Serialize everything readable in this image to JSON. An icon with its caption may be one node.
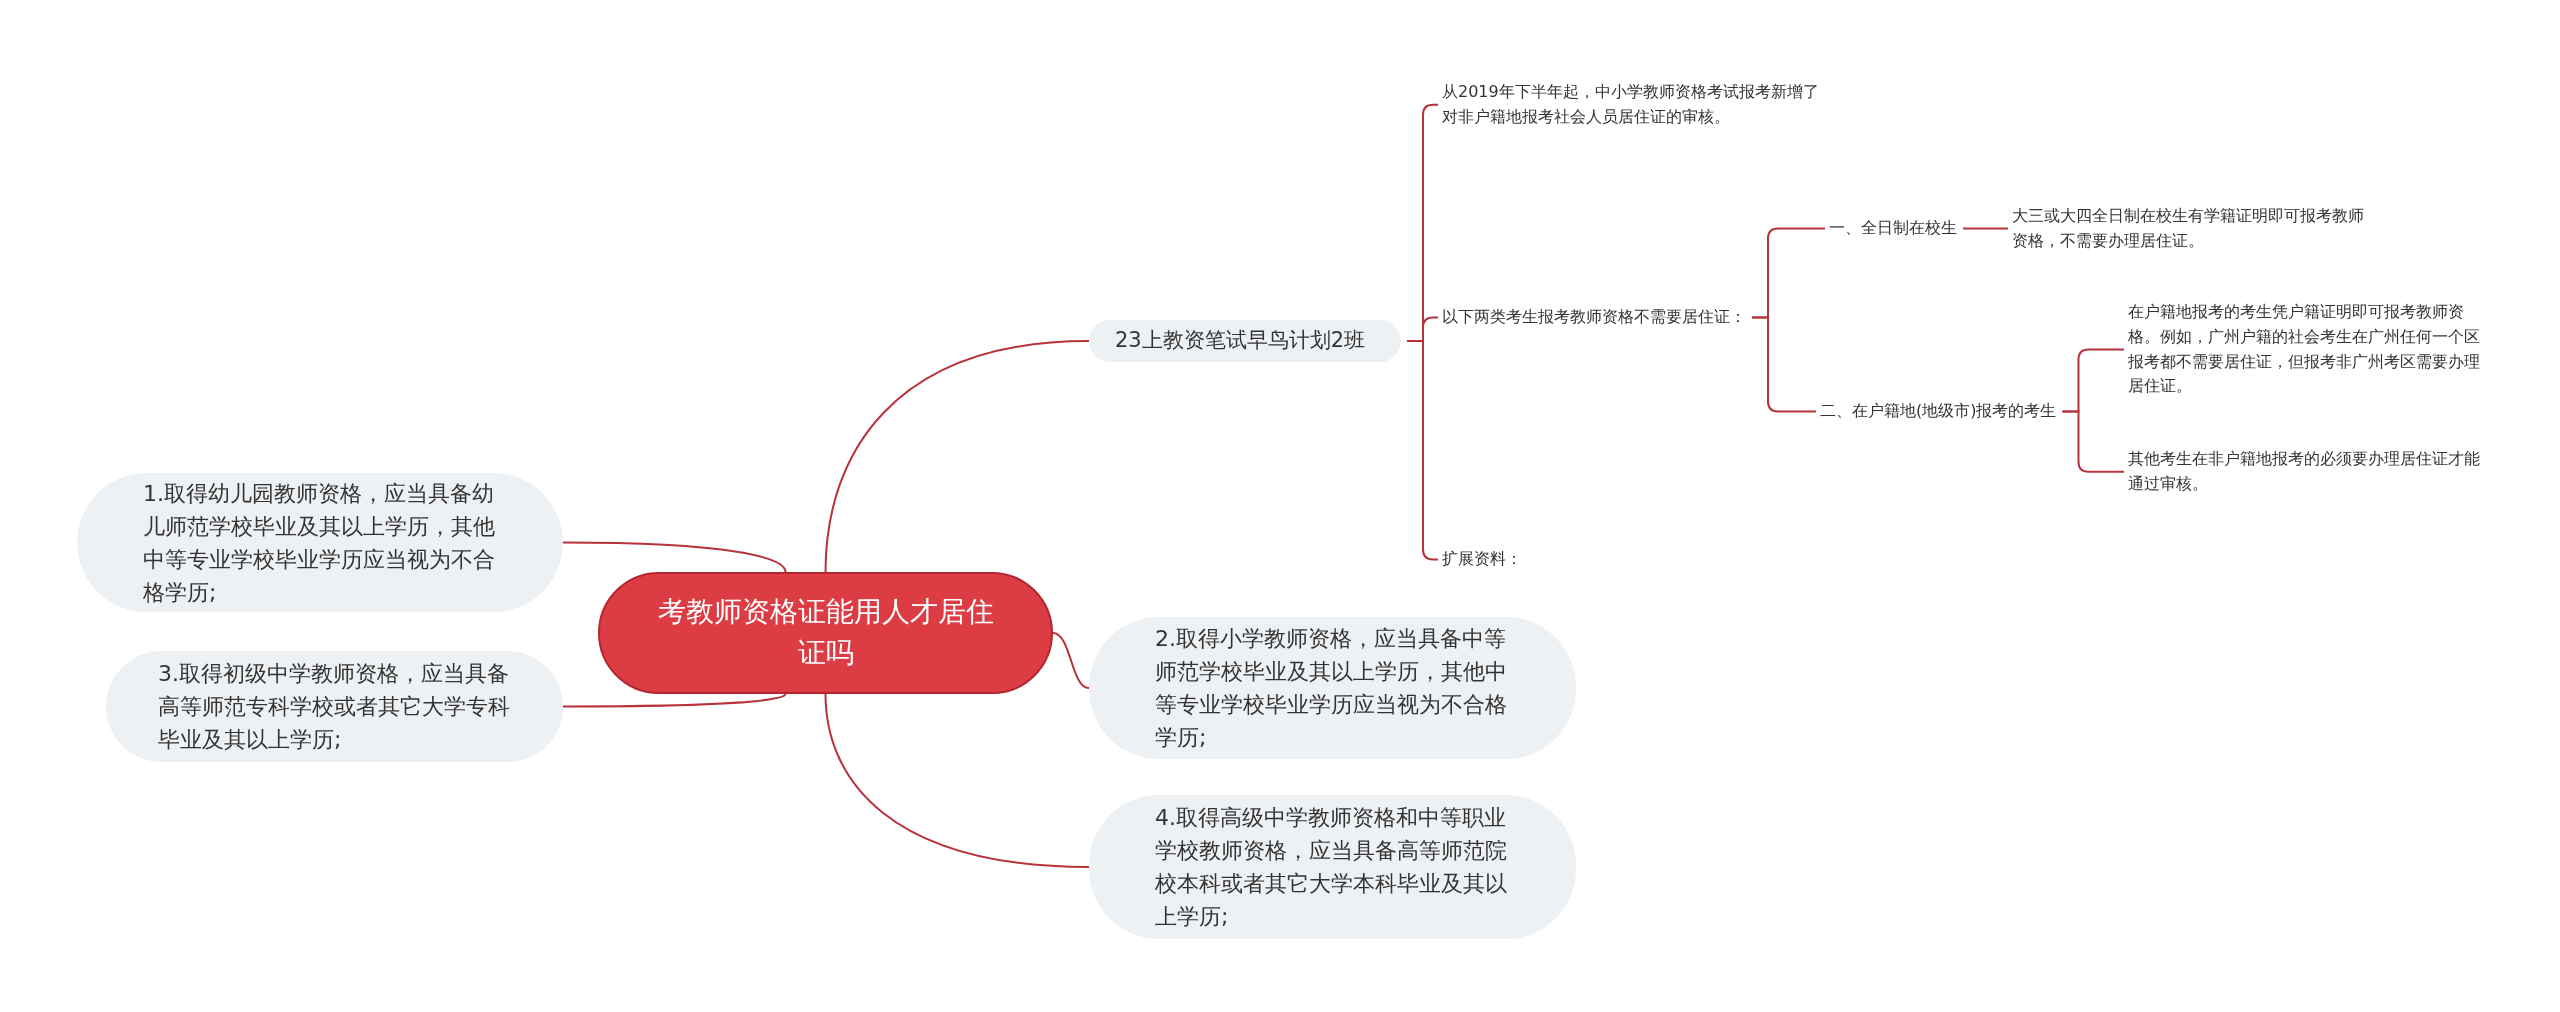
{
  "diagram": {
    "nodes": [
      {
        "text": [
          "考教师资格证能用人才居住证吗"
        ]
      },
      {
        "text": [
          "1.取得幼儿园教师资格，应当具备幼儿师范学校毕业及其以上学历，其他中等专业学校毕业学历应当视为不合格学历;"
        ]
      },
      {
        "text": [
          "3.取得初级中学教师资格，应当具备高等师范专科学校或者其它大学专科毕业及其以上学历;"
        ]
      },
      {
        "text": [
          "23上教资笔试早鸟计划2班"
        ]
      },
      {
        "text": [
          "从2019年下半年起，中小学教师资格考试报考新增了对非户籍地报考社会人员居住证的审核。"
        ]
      },
      {
        "text": [
          "以下两类考生报考教师资格不需要居住证："
        ]
      },
      {
        "text": [
          "一、全日制在校生"
        ]
      },
      {
        "text": [
          "大三或大四全日制在校生有学籍证明即可报考教师资格，不需要办理居住证。"
        ]
      },
      {
        "text": [
          "二、在户籍地(地级市)报考的考生"
        ]
      },
      {
        "text": [
          "在户籍地报考的考生凭户籍证明即可报考教师资格。例如，广州户籍的社会考生在广州任何一个区报考都不需要居住证，但报考非广州考区需要办理居住证。"
        ]
      },
      {
        "text": [
          "其他考生在非户籍地报考的必须要办理居住证才能通过审核。"
        ]
      },
      {
        "text": [
          "扩展资料："
        ]
      },
      {
        "text": [
          "2.取得小学教师资格，应当具备中等师范学校毕业及其以上学历，其他中等专业学校毕业学历应当视为不合格学历;"
        ]
      },
      {
        "text": [
          "4.取得高级中学教师资格和中等职业学校教师资格，应当具备高等师范院校本科或者其它大学本科毕业及其以上学历;"
        ]
      }
    ],
    "edges": [
      {
        "from": 0,
        "to": 1,
        "arrow": "none"
      },
      {
        "from": 0,
        "to": 2,
        "arrow": "none"
      },
      {
        "from": 0,
        "to": 3,
        "arrow": "none"
      },
      {
        "from": 3,
        "to": 4,
        "arrow": "none"
      },
      {
        "from": 3,
        "to": 5,
        "arrow": "none"
      },
      {
        "from": 5,
        "to": 6,
        "arrow": "none"
      },
      {
        "from": 6,
        "to": 7,
        "arrow": "none"
      },
      {
        "from": 5,
        "to": 8,
        "arrow": "none"
      },
      {
        "from": 8,
        "to": 9,
        "arrow": "none"
      },
      {
        "from": 8,
        "to": 10,
        "arrow": "none"
      },
      {
        "from": 3,
        "to": 11,
        "arrow": "none"
      },
      {
        "from": 0,
        "to": 12,
        "arrow": "none"
      },
      {
        "from": 0,
        "to": 13,
        "arrow": "none"
      }
    ]
  }
}
